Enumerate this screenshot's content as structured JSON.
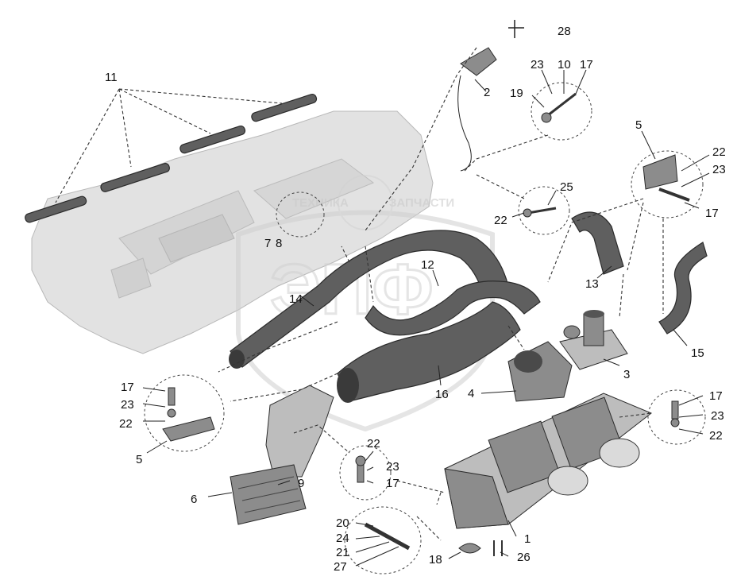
{
  "watermark": {
    "text_left": "ТЕХНИКА",
    "text_right": "ЗАПЧАСТИ",
    "logo_letters": "ЭПФ"
  },
  "callouts": [
    {
      "id": "c28",
      "text": "28"
    },
    {
      "id": "c2",
      "text": "2"
    },
    {
      "id": "c23a",
      "text": "23"
    },
    {
      "id": "c10",
      "text": "10"
    },
    {
      "id": "c17a",
      "text": "17"
    },
    {
      "id": "c19",
      "text": "19"
    },
    {
      "id": "c11",
      "text": "11"
    },
    {
      "id": "c5a",
      "text": "5"
    },
    {
      "id": "c22a",
      "text": "22"
    },
    {
      "id": "c23b",
      "text": "23"
    },
    {
      "id": "c17b",
      "text": "17"
    },
    {
      "id": "c25",
      "text": "25"
    },
    {
      "id": "c22b",
      "text": "22"
    },
    {
      "id": "c7",
      "text": "7"
    },
    {
      "id": "c8",
      "text": "8"
    },
    {
      "id": "c12",
      "text": "12"
    },
    {
      "id": "c13",
      "text": "13"
    },
    {
      "id": "c14",
      "text": "14"
    },
    {
      "id": "c15",
      "text": "15"
    },
    {
      "id": "c3",
      "text": "3"
    },
    {
      "id": "c4",
      "text": "4"
    },
    {
      "id": "c16",
      "text": "16"
    },
    {
      "id": "c17c",
      "text": "17"
    },
    {
      "id": "c23c",
      "text": "23"
    },
    {
      "id": "c22c",
      "text": "22"
    },
    {
      "id": "c5b",
      "text": "5"
    },
    {
      "id": "c22d",
      "text": "22"
    },
    {
      "id": "c23d",
      "text": "23"
    },
    {
      "id": "c17d",
      "text": "17"
    },
    {
      "id": "c6",
      "text": "6"
    },
    {
      "id": "c9",
      "text": "9"
    },
    {
      "id": "c17e",
      "text": "17"
    },
    {
      "id": "c23e",
      "text": "23"
    },
    {
      "id": "c22e",
      "text": "22"
    },
    {
      "id": "c20",
      "text": "20"
    },
    {
      "id": "c24",
      "text": "24"
    },
    {
      "id": "c21",
      "text": "21"
    },
    {
      "id": "c27",
      "text": "27"
    },
    {
      "id": "c18",
      "text": "18"
    },
    {
      "id": "c26",
      "text": "26"
    },
    {
      "id": "c1",
      "text": "1"
    }
  ]
}
